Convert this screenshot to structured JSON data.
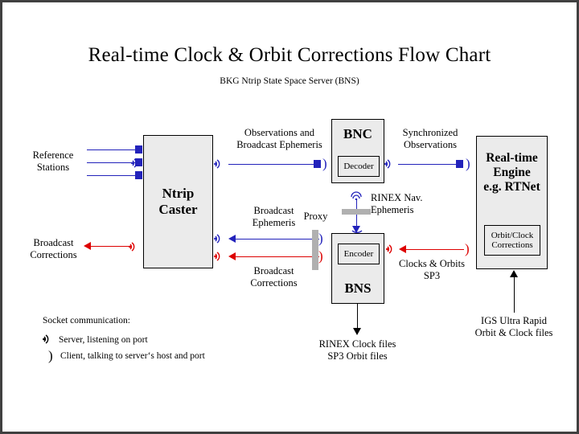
{
  "page": {
    "title": "Real-time Clock & Orbit Corrections Flow Chart",
    "subtitle": "BKG Ntrip State Space Server  (BNS)",
    "border_color": "#404040",
    "background": "#ffffff"
  },
  "colors": {
    "blue": "#2222bb",
    "red": "#dd0000",
    "black": "#000000",
    "box_fill": "#ebebeb",
    "proxy_gray": "#b0b0b0"
  },
  "boxes": {
    "ntrip_caster": {
      "title": "Ntrip\nCaster"
    },
    "bnc": {
      "title": "BNC",
      "sub": "Decoder"
    },
    "bns": {
      "title": "BNS",
      "sub": "Encoder"
    },
    "rt_engine": {
      "title": "Real-time\nEngine\ne.g. RTNet",
      "sub": "Orbit/Clock\nCorrections"
    }
  },
  "labels": {
    "reference_stations": "Reference\nStations",
    "broadcast_corrections_left": "Broadcast\nCorrections",
    "observations_and_ephemeris": "Observations and\nBroadcast Ephemeris",
    "synchronized_observations": "Synchronized\nObservations",
    "broadcast_ephemeris": "Broadcast\nEphemeris",
    "broadcast_corrections_mid": "Broadcast\nCorrections",
    "proxy": "Proxy",
    "rinex_nav_ephemeris": "RINEX Nav.\nEphemeris",
    "clocks_orbits_sp3": "Clocks & Orbits\nSP3",
    "rinex_clock_files": "RINEX Clock files\nSP3 Orbit files",
    "igs_ultra_rapid": "IGS Ultra Rapid\nOrbit & Clock files"
  },
  "legend": {
    "heading": "Socket communication:",
    "server": "Server,  listening on port",
    "client": "Client, talking to server‘s host and port"
  }
}
